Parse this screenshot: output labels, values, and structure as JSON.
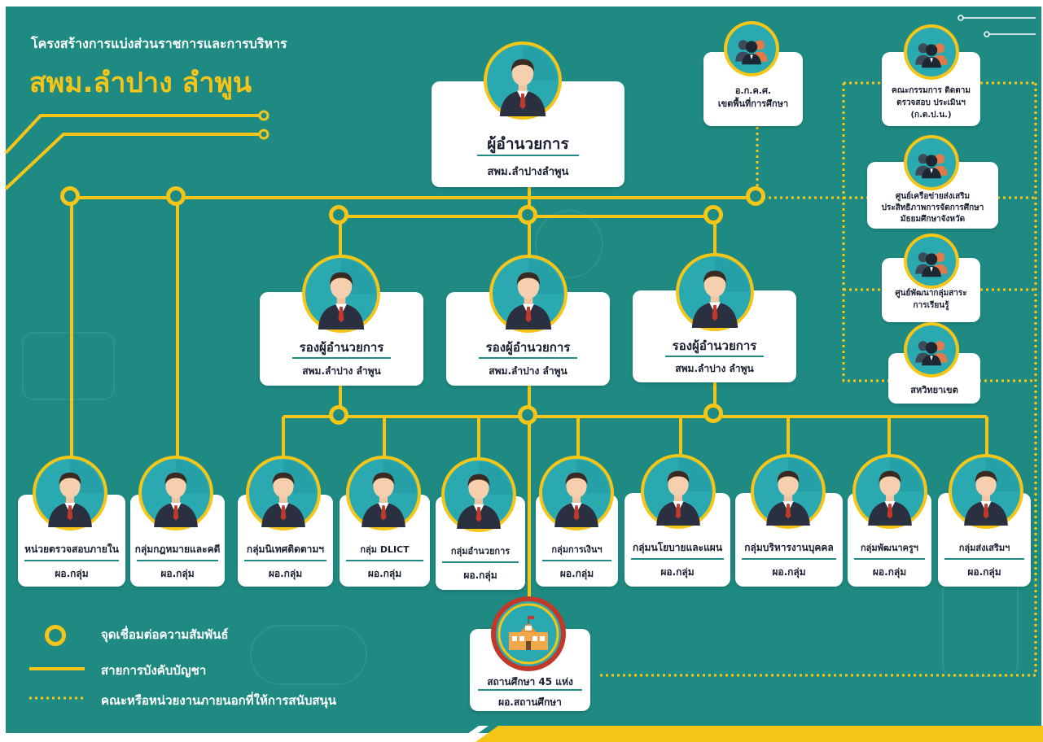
{
  "header": {
    "subtitle": "โครงสร้างการแบ่งส่วนราชการและการบริหาร",
    "title": "สพม.ลำปาง ลำพูน"
  },
  "director": {
    "title": "ผู้อำนวยการ",
    "sub": "สพม.ลำปางลำพูน",
    "icon": "person-avatar-icon"
  },
  "deputies": [
    {
      "title": "รองผู้อำนวยการ",
      "sub": "สพม.ลำปาง ลำพูน"
    },
    {
      "title": "รองผู้อำนวยการ",
      "sub": "สพม.ลำปาง ลำพูน"
    },
    {
      "title": "รองผู้อำนวยการ",
      "sub": "สพม.ลำปาง ลำพูน"
    }
  ],
  "advisory": {
    "ogks": "อ.ก.ค.ศ.\nเขตพื้นที่การศึกษา",
    "committee": "คณะกรรมการ ติดตาม\nตรวจสอบ ประเมินฯ\n(ก.ต.ป.น.)",
    "network": "ศูนย์เครือข่ายส่งเสริม\nประสิทธิภาพการจัดการศึกษา\nมัธยมศึกษาจังหวัด",
    "learning": "ศูนย์พัฒนากลุ่มสาระ\nการเรียนรู้",
    "union": "สหวิทยาเขต"
  },
  "groups": [
    {
      "title": "หน่วยตรวจสอบภายใน",
      "sub": "ผอ.กลุ่ม"
    },
    {
      "title": "กลุ่มกฎหมายและคดี",
      "sub": "ผอ.กลุ่ม"
    },
    {
      "title": "กลุ่มนิเทศติดตามฯ",
      "sub": "ผอ.กลุ่ม"
    },
    {
      "title": "กลุ่ม DLICT",
      "sub": "ผอ.กลุ่ม"
    },
    {
      "title": "กลุ่มอำนวยการ",
      "sub": "ผอ.กลุ่ม"
    },
    {
      "title": "กลุ่มการเงินฯ",
      "sub": "ผอ.กลุ่ม"
    },
    {
      "title": "กลุ่มนโยบายและแผน",
      "sub": "ผอ.กลุ่ม"
    },
    {
      "title": "กลุ่มบริหารงานบุคคล",
      "sub": "ผอ.กลุ่ม"
    },
    {
      "title": "กลุ่มพัฒนาครูฯ",
      "sub": "ผอ.กลุ่ม"
    },
    {
      "title": "กลุ่มส่งเสริมฯ",
      "sub": "ผอ.กลุ่ม"
    }
  ],
  "school": {
    "title": "สถานศึกษา 45 แห่ง",
    "sub": "ผอ.สถานศึกษา",
    "icon": "school-building-icon"
  },
  "legend": {
    "node": "จุดเชื่อมต่อความสัมพันธ์",
    "solid": "สายการบังคับบัญชา",
    "dotted": "คณะหรือหน่วยงานภายนอกที่ให้การสนับสนุน"
  },
  "colors": {
    "background": "#1e8a82",
    "accent": "#f5c518",
    "card": "#ffffff",
    "avatar_bg": "#2aa9b0",
    "suit": "#2b3040",
    "tie": "#c0392b"
  }
}
